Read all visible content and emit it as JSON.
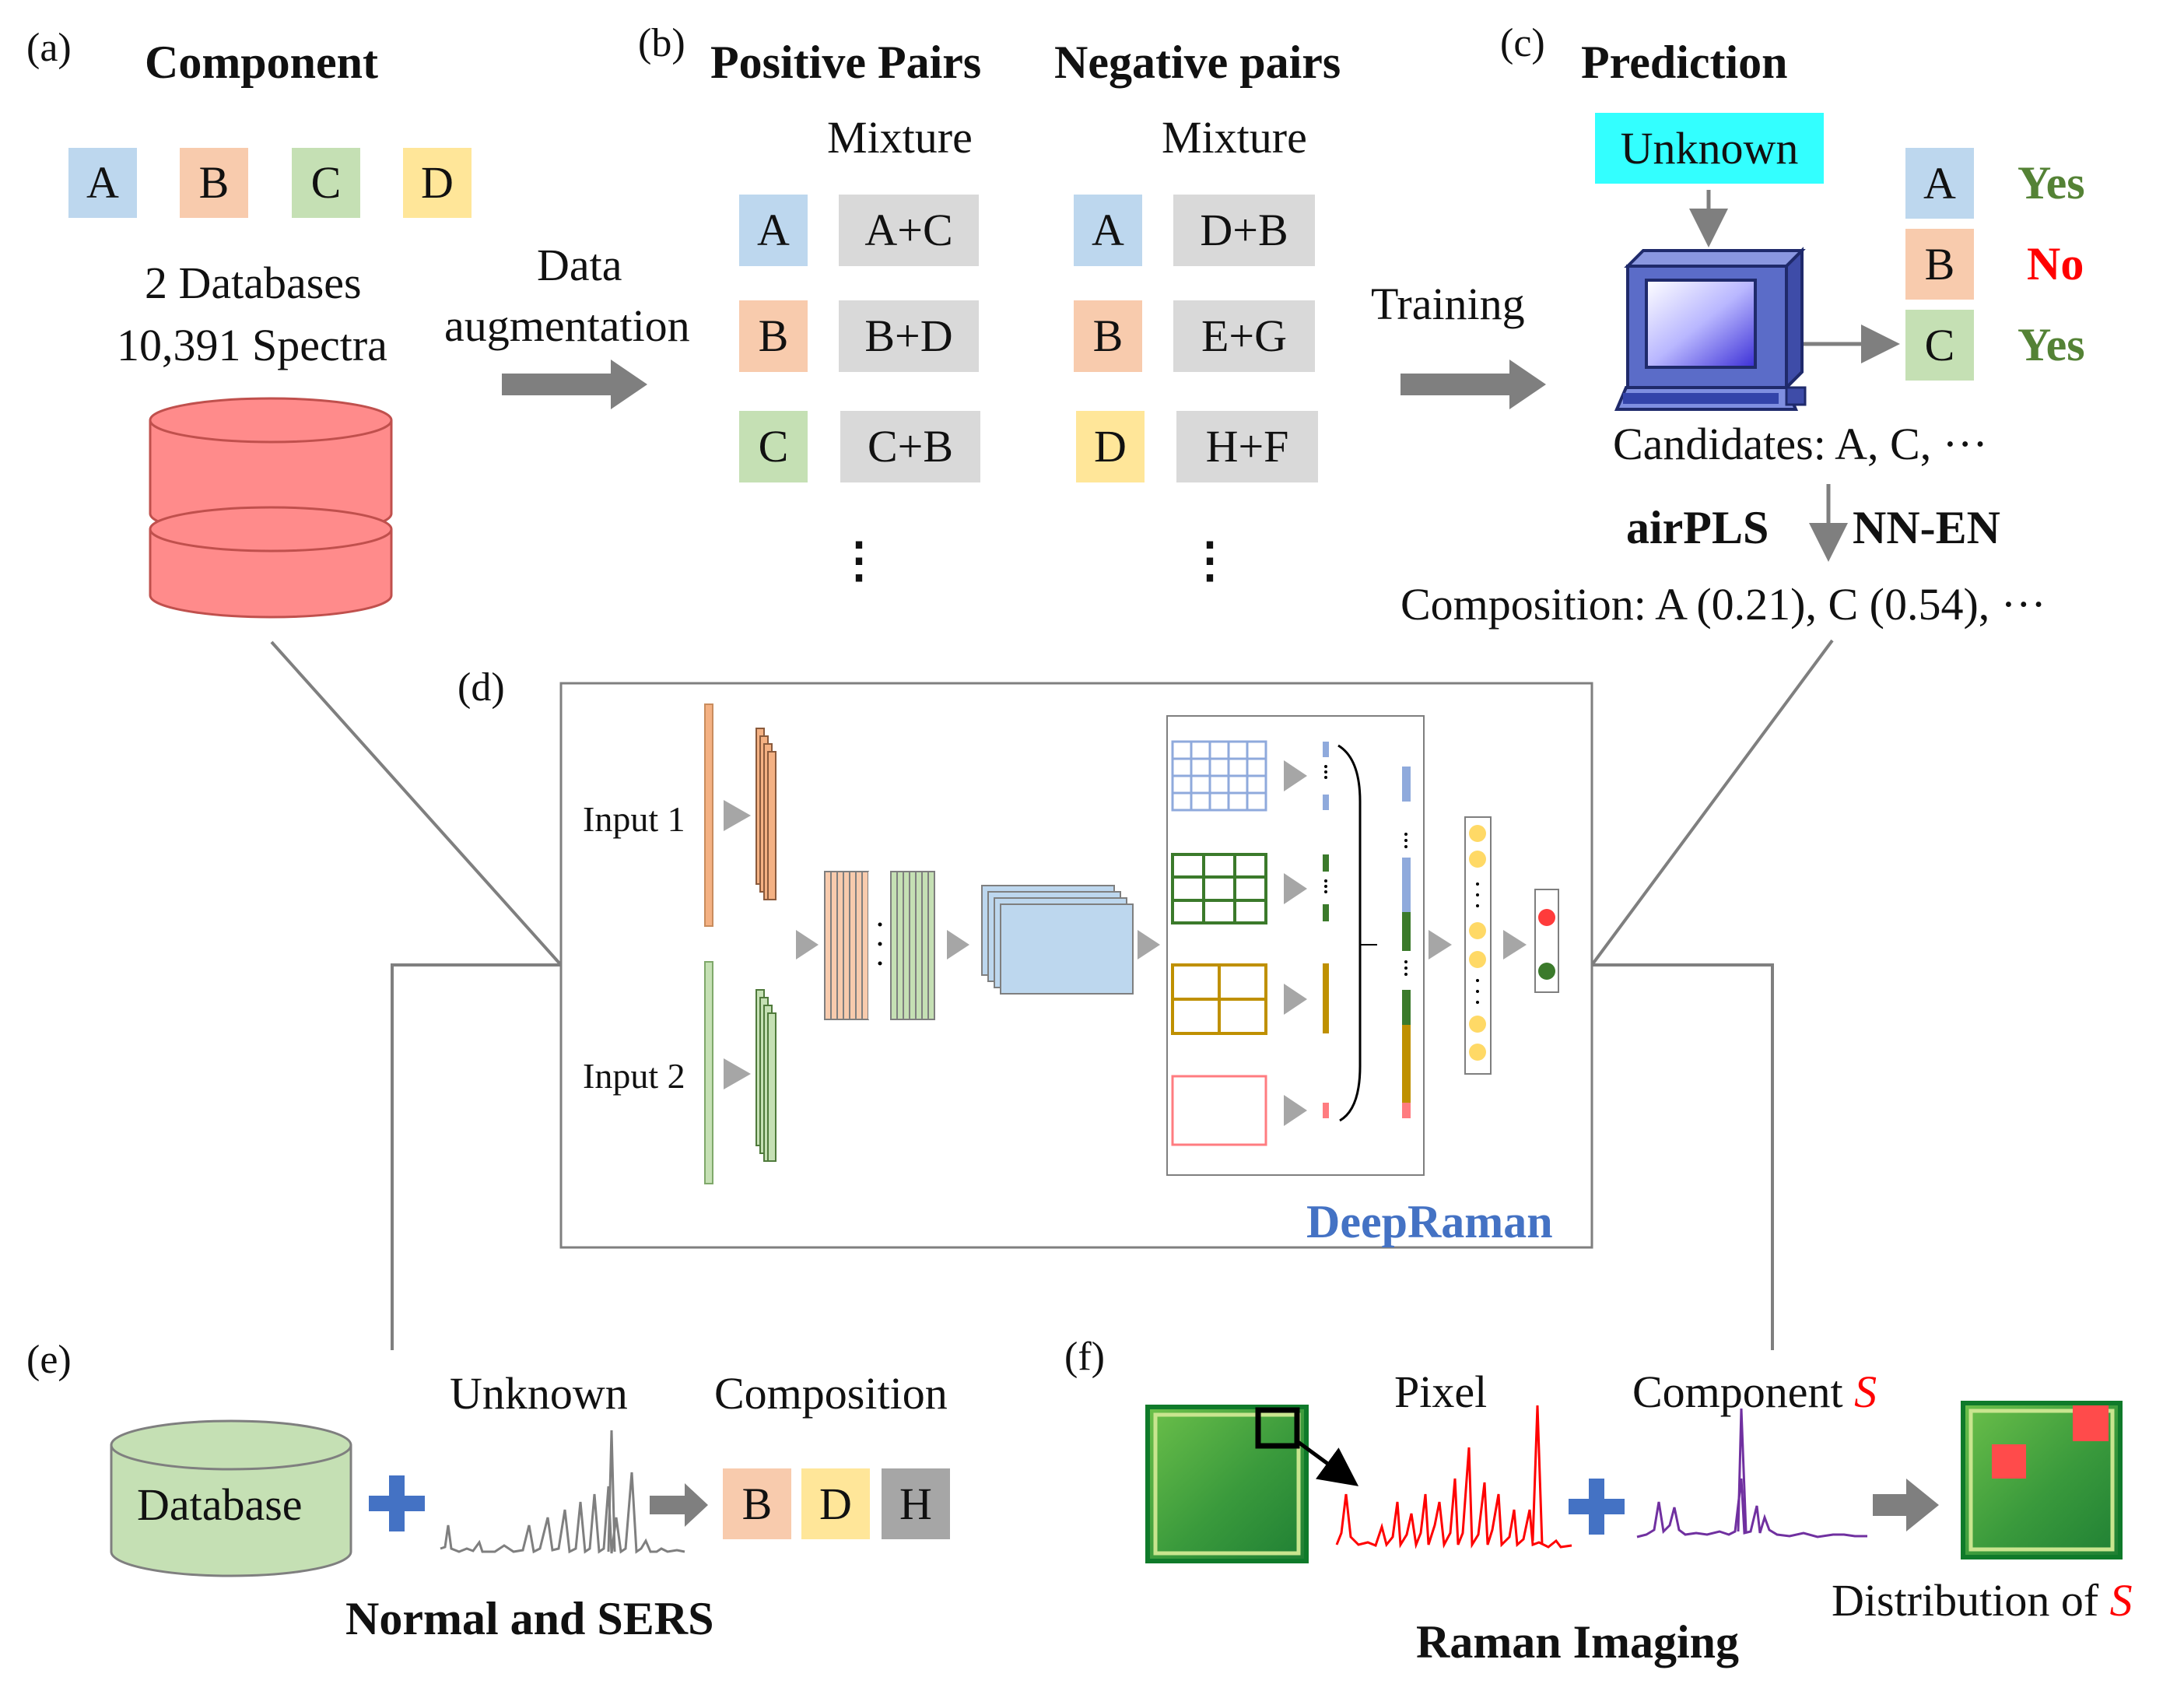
{
  "panel_a": {
    "label": "(a)",
    "title": "Component",
    "components": [
      "A",
      "B",
      "C",
      "D"
    ],
    "db_line1": "2 Databases",
    "db_line2": "10,391 Spectra"
  },
  "arrow_aug": {
    "line1": "Data",
    "line2": "augmentation"
  },
  "panel_b": {
    "label": "(b)",
    "positive_title": "Positive Pairs",
    "negative_title": "Negative pairs",
    "mixture_label": "Mixture",
    "positive_rows": [
      {
        "component": "A",
        "mixture": "A+C"
      },
      {
        "component": "B",
        "mixture": "B+D"
      },
      {
        "component": "C",
        "mixture": "C+B"
      }
    ],
    "negative_rows": [
      {
        "component": "A",
        "mixture": "D+B"
      },
      {
        "component": "B",
        "mixture": "E+G"
      },
      {
        "component": "D",
        "mixture": "H+F"
      }
    ],
    "ellipsis": "⋮"
  },
  "arrow_train": {
    "label": "Training"
  },
  "panel_c": {
    "label": "(c)",
    "title": "Prediction",
    "unknown": "Unknown",
    "results": [
      {
        "component": "A",
        "answer": "Yes"
      },
      {
        "component": "B",
        "answer": "No"
      },
      {
        "component": "C",
        "answer": "Yes"
      }
    ],
    "candidates": "Candidates: A, C, ···",
    "method_left": "airPLS",
    "method_right": "NN-EN",
    "composition": "Composition: A (0.21), C (0.54), ···"
  },
  "panel_d": {
    "label": "(d)",
    "input1": "Input 1",
    "input2": "Input 2",
    "model_name": "DeepRaman"
  },
  "panel_e": {
    "label": "(e)",
    "database": "Database",
    "unknown": "Unknown",
    "composition": "Composition",
    "result": [
      "B",
      "D",
      "H"
    ],
    "caption": "Normal and SERS"
  },
  "panel_f": {
    "label": "(f)",
    "pixel": "Pixel",
    "component_prefix": "Component ",
    "component_symbol": "S",
    "distribution_prefix": "Distribution of ",
    "caption": "Raman Imaging"
  },
  "colors": {
    "comp_A": "#bdd7ee",
    "comp_B": "#f8cbad",
    "comp_C": "#c5e0b4",
    "comp_D": "#ffe699",
    "mixture_gray": "#d9d9d9",
    "unknown_cyan": "#33ffff",
    "db_pink": "#ff8b8b",
    "db_green": "#c5e0b4",
    "yes_green": "#548235",
    "no_red": "#ff0000",
    "deepraman_blue": "#4472c4",
    "plus_blue": "#4472c4",
    "arrow_gray": "#7f7f7f"
  }
}
